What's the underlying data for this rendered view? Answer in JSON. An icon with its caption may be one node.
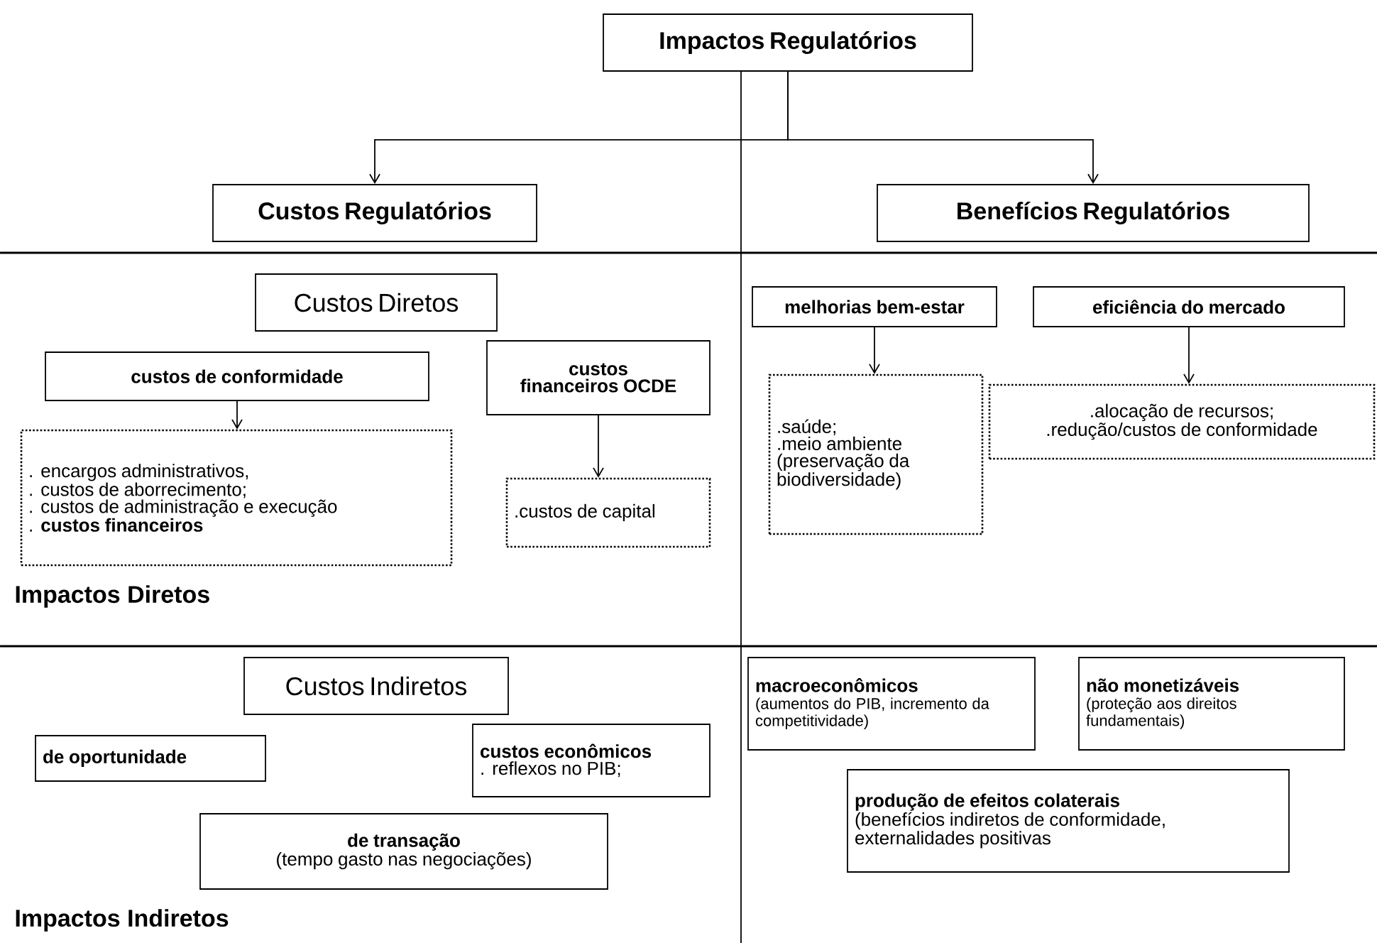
{
  "diagram": {
    "nodes": [
      {
        "text": [
          "Impactos Regulatórios"
        ]
      },
      {
        "text": [
          "Custos Regulatórios"
        ]
      },
      {
        "text": [
          "Benefícios Regulatórios"
        ]
      },
      {
        "text": [
          "Custos Diretos"
        ]
      },
      {
        "text": [
          "custos de conformidade"
        ]
      },
      {
        "text": [
          ". encargos administrativos,",
          ". custos de aborrecimento;",
          ". custos de administração e execução",
          ". **custos financeiros**"
        ]
      },
      {
        "text": [
          "custos financeiros OCDE"
        ]
      },
      {
        "text": [
          ".custos de capital"
        ]
      },
      {
        "text": [
          "melhorias bem-estar"
        ]
      },
      {
        "text": [
          "eficiência do mercado"
        ]
      },
      {
        "text": [
          ".saúde;",
          ".meio ambiente (preservação da biodiversidade)"
        ]
      },
      {
        "text": [
          ".alocação de recursos;",
          ".redução/custos de conformidade"
        ]
      },
      {
        "text": [
          "Custos Indiretos"
        ]
      },
      {
        "text": [
          "de oportunidade"
        ]
      },
      {
        "text": [
          "custos econômicos",
          ". reflexos no PIB;"
        ]
      },
      {
        "text": [
          "de transação",
          "(tempo gasto nas negociações)"
        ]
      },
      {
        "text": [
          "macroeconômicos",
          "(aumentos do PIB, incremento da competitividade)"
        ]
      },
      {
        "text": [
          "não monetizáveis",
          "(proteção aos direitos fundamentais)"
        ]
      },
      {
        "text": [
          "produção de efeitos colaterais",
          "(benefícios indiretos de conformidade, externalidades positivas"
        ]
      }
    ],
    "edges": [
      {
        "from": 0,
        "to": 1,
        "arrow": "to"
      },
      {
        "from": 0,
        "to": 2,
        "arrow": "to"
      },
      {
        "from": 4,
        "to": 5,
        "arrow": "to"
      },
      {
        "from": 6,
        "to": 7,
        "arrow": "to"
      },
      {
        "from": 8,
        "to": 10,
        "arrow": "to"
      },
      {
        "from": 9,
        "to": 11,
        "arrow": "to"
      }
    ],
    "labels": [
      "Impactos Diretos",
      "Impactos Indiretos"
    ]
  }
}
